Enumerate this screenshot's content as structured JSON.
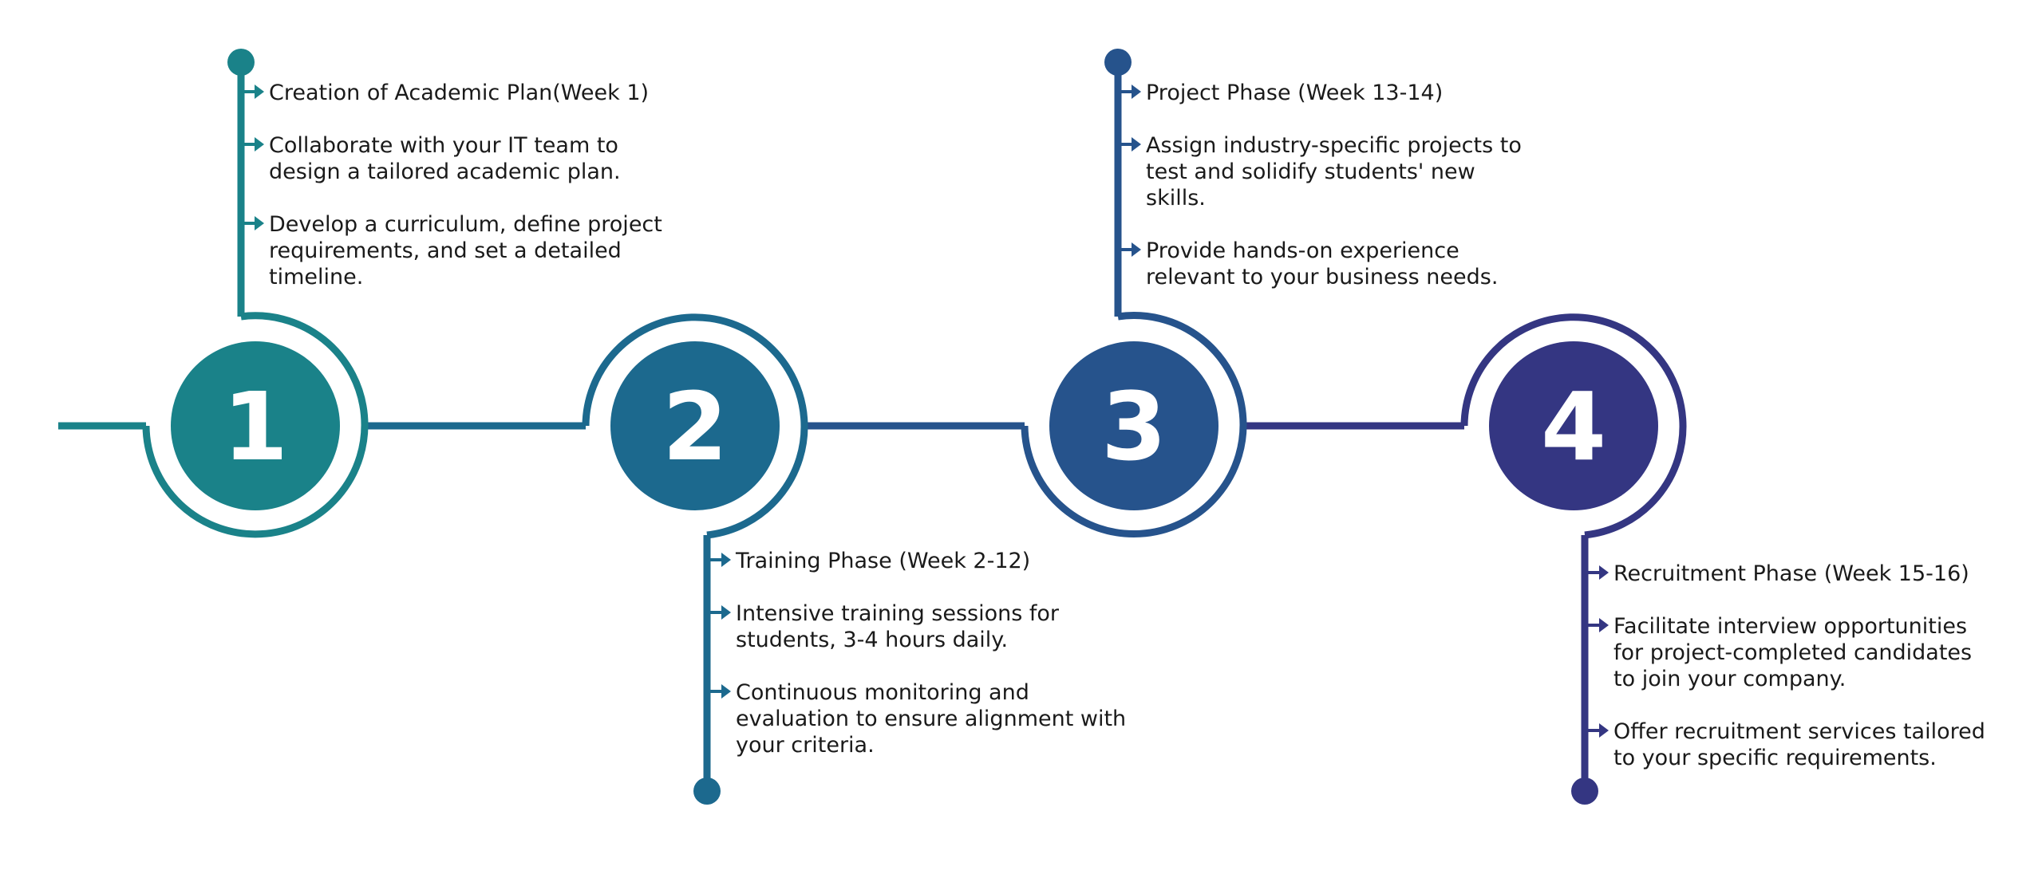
{
  "steps": [
    {
      "number": "1",
      "color": "#1a8289",
      "bullets": [
        [
          "Creation of Academic Plan(Week 1)"
        ],
        [
          "Collaborate with your IT team to",
          "design a tailored academic plan."
        ],
        [
          "Develop a curriculum, define project",
          "requirements, and set a detailed",
          "timeline."
        ]
      ]
    },
    {
      "number": "2",
      "color": "#1c698e",
      "bullets": [
        [
          "Training Phase (Week 2-12)"
        ],
        [
          "Intensive training sessions for",
          "students, 3-4 hours daily."
        ],
        [
          "Continuous monitoring and",
          "evaluation to ensure alignment with",
          "your criteria."
        ]
      ]
    },
    {
      "number": "3",
      "color": "#26538c",
      "bullets": [
        [
          "Project Phase (Week 13-14)"
        ],
        [
          "Assign industry-specific projects to",
          "test and solidify students' new",
          "skills."
        ],
        [
          "Provide hands-on experience",
          "relevant to your business needs."
        ]
      ]
    },
    {
      "number": "4",
      "color": "#343682",
      "bullets": [
        [
          "Recruitment Phase (Week 15-16)"
        ],
        [
          "Facilitate interview opportunities",
          "for project-completed candidates",
          "to join your company."
        ],
        [
          "Offer recruitment services tailored",
          "to your specific requirements."
        ]
      ]
    }
  ]
}
